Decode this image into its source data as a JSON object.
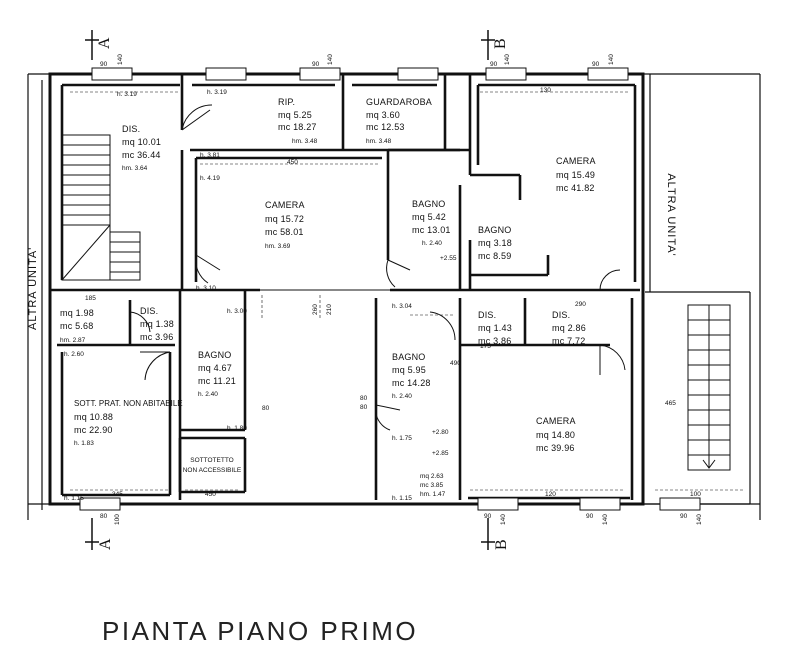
{
  "title": "PIANTA PIANO PRIMO",
  "side_labels": {
    "left": "ALTRA UNITA'",
    "right": "ALTRA UNITA'"
  },
  "sections": {
    "a": "A",
    "b": "B"
  },
  "rooms": {
    "dis_top": {
      "name": "DIS.",
      "mq": "mq  10.01",
      "mc": "mc  36.44",
      "h": "hm.  3.64"
    },
    "rip": {
      "name": "RIP.",
      "mq": "mq  5.25",
      "mc": "mc  18.27",
      "h": "hm.  3.48"
    },
    "guardaroba": {
      "name": "GUARDAROBA",
      "mq": "mq  3.60",
      "mc": "mc  12.53",
      "h": "hm.  3.48"
    },
    "camera1": {
      "name": "CAMERA",
      "mq": "mq  15.72",
      "mc": "mc  58.01",
      "h": "hm.  3.69"
    },
    "bagno1": {
      "name": "BAGNO",
      "mq": "mq  5.42",
      "mc": "mc  13.01",
      "h": "h.  2.40"
    },
    "camera2": {
      "name": "CAMERA",
      "mq": "mq  15.49",
      "mc": "mc  41.82"
    },
    "bagno2": {
      "name": "BAGNO",
      "mq": "mq  3.18",
      "mc": "mc  8.59"
    },
    "small_l": {
      "mq": "mq  1.98",
      "mc": "mc  5.68",
      "h": "hm.  2.87"
    },
    "dis2": {
      "name": "DIS.",
      "mq": "mq  1.38",
      "mc": "mc  3.96"
    },
    "bagno3": {
      "name": "BAGNO",
      "mq": "mq  4.67",
      "mc": "mc  11.21",
      "h": "h.  2.40"
    },
    "sott": {
      "name": "SOTT. PRAT. NON ABITABILE",
      "mq": "mq  10.88",
      "mc": "mc  22.90",
      "h": "h.  1.83"
    },
    "bagno4": {
      "name": "BAGNO",
      "mq": "mq  5.95",
      "mc": "mc  14.28",
      "h": "h.  2.40"
    },
    "dis3": {
      "name": "DIS.",
      "mq": "mq  1.43",
      "mc": "mc  3.86"
    },
    "dis4": {
      "name": "DIS.",
      "mq": "mq  2.86",
      "mc": "mc  7.72"
    },
    "camera3": {
      "name": "CAMERA",
      "mq": "mq  14.80",
      "mc": "mc  39.96"
    },
    "small_b": {
      "mq": "mq  2.63",
      "mc": "mc  3.85",
      "h": "hm.  1.47"
    },
    "sottotetto": {
      "line1": "SOTTOTETTO",
      "line2": "NON ACCESSIBILE"
    }
  },
  "heights": [
    "h.  3.19",
    "h.  3.19",
    "h.  3.81",
    "h.  4.19",
    "h.  3.10",
    "h.  3.00",
    "h.  3.04",
    "h.  2.60",
    "h.  1.80",
    "h.  1.75",
    "h.  1.15",
    "h.  1.15"
  ],
  "dims": {
    "w90": "90",
    "w140": "140",
    "w100": "100",
    "w80": "80",
    "w210": "210",
    "w260": "260",
    "d450": "450",
    "d185": "185",
    "d290": "290",
    "d175": "175",
    "d490": "490",
    "d345": "345",
    "d130": "130",
    "d120": "120",
    "d100": "100",
    "d465": "465"
  },
  "markers": {
    "a": "+2.55",
    "b": "+2.80",
    "c": "+2.85"
  }
}
